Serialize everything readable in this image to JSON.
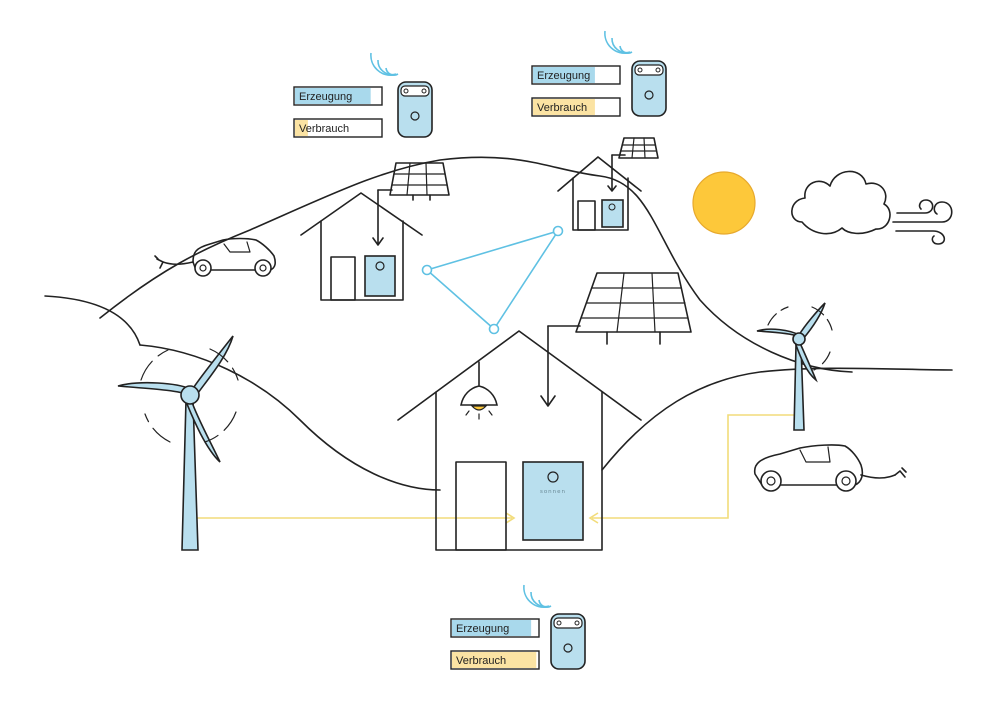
{
  "labels": {
    "production": "Erzeugung",
    "consumption": "Verbrauch",
    "battery_brand": "sonnen"
  },
  "colors": {
    "line": "#222222",
    "battery_blue": "#b9dfee",
    "network_blue": "#5fc1e3",
    "production_fill": "#a9d9ec",
    "consumption_fill": "#fbe3a3",
    "energy_flow": "#f2dc7a",
    "sun": "#fdc83a",
    "sun_outline": "#e7a92d"
  },
  "meters": [
    {
      "production_level": 0.88,
      "consumption_level": 0.15
    },
    {
      "production_level": 0.72,
      "consumption_level": 0.72
    },
    {
      "production_level": 0.92,
      "consumption_level": 0.98
    }
  ],
  "icons": [
    "wind-turbine-icon",
    "solar-panel-icon",
    "house-icon",
    "battery-icon",
    "electric-car-icon",
    "sun-icon",
    "cloud-icon",
    "wind-icon",
    "wifi-icon",
    "lamp-icon",
    "plug-icon"
  ]
}
